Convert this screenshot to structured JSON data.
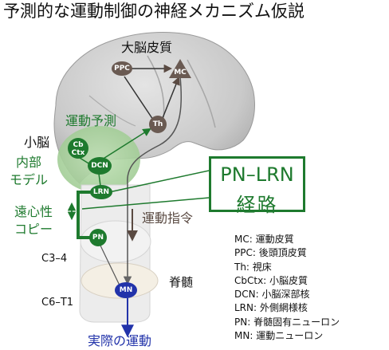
{
  "title": "予測的な運動制御の神経メカニズム仮説",
  "labels": {
    "cerebral_cortex": "大脳皮質",
    "cerebellum": "小脳",
    "internal_model_line1": "内部",
    "internal_model_line2": "モデル",
    "motor_prediction": "運動予測",
    "efference_copy_line1": "遠心性",
    "efference_copy_line2": "コピー",
    "motor_command": "運動指令",
    "spinal_cord": "脊髄",
    "level_c3_4": "C3–4",
    "level_c6_t1": "C6–T1",
    "actual_movement": "実際の運動"
  },
  "highlight_box": {
    "line1": "PN–LRN",
    "line2": "経路"
  },
  "nodes": {
    "ppc": "PPC",
    "mc": "MC",
    "th": "Th",
    "cbctx_line1": "Cb",
    "cbctx_line2": "Ctx",
    "dcn": "DCN",
    "lrn": "LRN",
    "pn": "PN",
    "mn": "MN"
  },
  "legend": [
    "MC: 運動皮質",
    "PPC: 後頭頂皮質",
    "Th: 視床",
    "CbCtx: 小脳皮質",
    "DCN: 小脳深部核",
    "LRN: 外側網様核",
    "PN: 脊髄固有ニューロン",
    "MN: 運動ニューロン"
  ],
  "colors": {
    "green": "#1e7a2e",
    "brown": "#5a4a42",
    "blue": "#2233aa",
    "brain_gray": "#b8b8b8"
  }
}
